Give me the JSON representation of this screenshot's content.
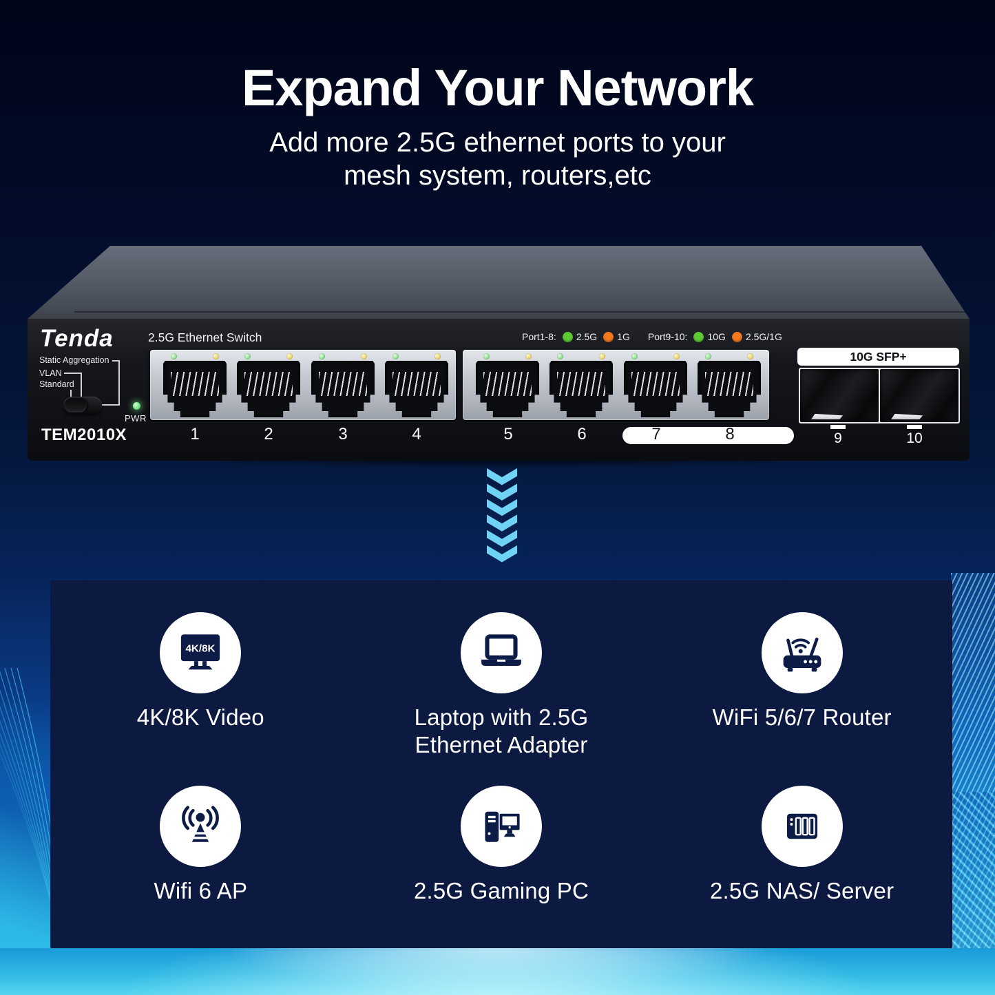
{
  "header": {
    "title": "Expand Your Network",
    "subtitle_line1": "Add more 2.5G ethernet ports to your",
    "subtitle_line2": "mesh system, routers,etc"
  },
  "switch": {
    "brand": "Tenda",
    "product_label": "2.5G Ethernet Switch",
    "model": "TEM2010X",
    "mode_labels": [
      "Static Aggregation",
      "VLAN",
      "Standard"
    ],
    "power_label": "PWR",
    "legend": [
      {
        "group": "Port1-8:",
        "items": [
          {
            "color": "#5ecb34",
            "label": "2.5G"
          },
          {
            "color": "#f5791e",
            "label": "1G"
          }
        ]
      },
      {
        "group": "Port9-10:",
        "items": [
          {
            "color": "#5ecb34",
            "label": "10G"
          },
          {
            "color": "#f5791e",
            "label": "2.5G/1G"
          }
        ]
      }
    ],
    "rj45_ports": [
      "1",
      "2",
      "3",
      "4",
      "5",
      "6",
      "7",
      "8"
    ],
    "highlighted_ports": [
      "7",
      "8"
    ],
    "sfp_label": "10G SFP+",
    "sfp_ports": [
      "9",
      "10"
    ]
  },
  "features": {
    "monitor_badge_text": "4K/8K",
    "rows": [
      [
        {
          "icon": "monitor-4k8k-icon",
          "label": [
            "4K/8K Video"
          ]
        },
        {
          "icon": "laptop-icon",
          "label": [
            "Laptop with 2.5G",
            "Ethernet Adapter"
          ]
        },
        {
          "icon": "wifi-router-icon",
          "label": [
            "WiFi 5/6/7 Router"
          ]
        }
      ],
      [
        {
          "icon": "wifi-ap-icon",
          "label": [
            "Wifi 6 AP"
          ]
        },
        {
          "icon": "gaming-pc-icon",
          "label": [
            "2.5G Gaming PC"
          ]
        },
        {
          "icon": "nas-icon",
          "label": [
            "2.5G NAS/ Server"
          ]
        }
      ]
    ]
  },
  "colors": {
    "accent_cyan": "#6ed3f4",
    "panel_navy": "#0c1a42",
    "icon_navy": "#0d1c46",
    "legend_green": "#5ecb34",
    "legend_orange": "#f5791e",
    "pwr_led_green": "#77e383",
    "port_led_green": "#97e097",
    "port_led_yellow": "#ecd873"
  }
}
